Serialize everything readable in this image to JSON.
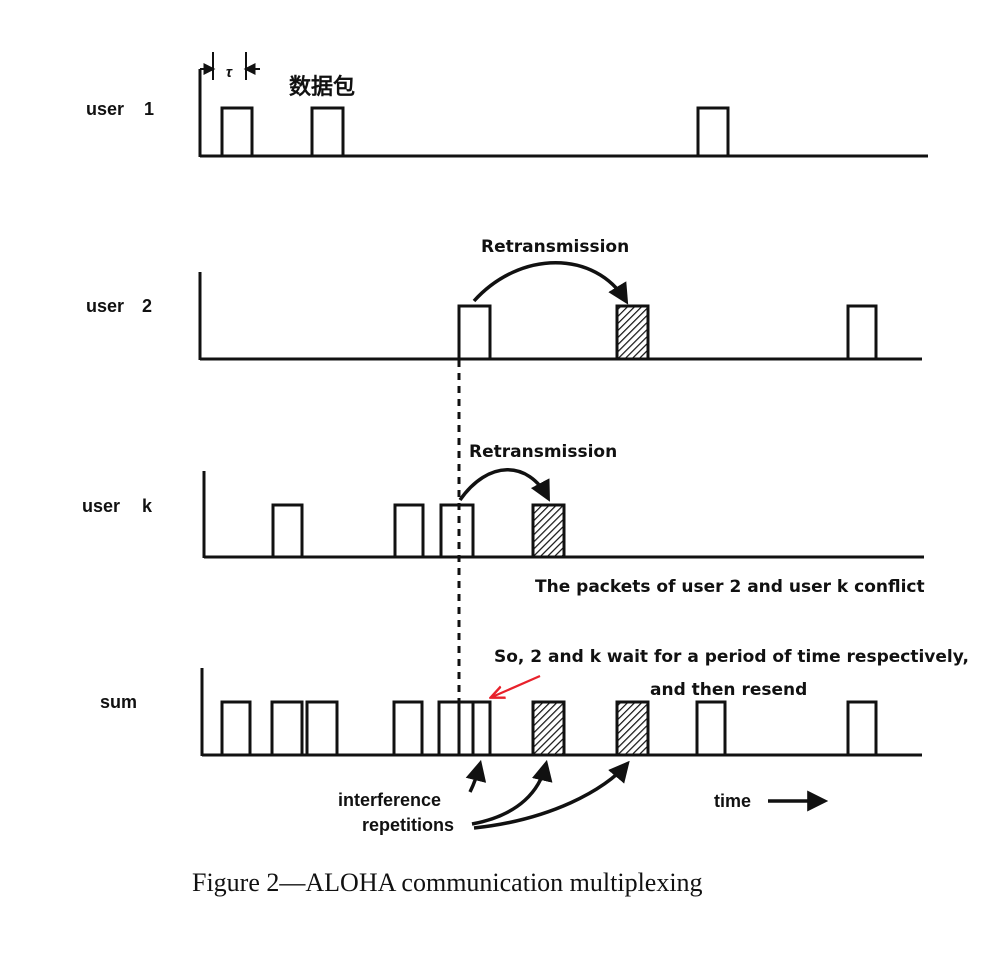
{
  "rows": [
    {
      "label": "user",
      "index": "1"
    },
    {
      "label": "user",
      "index": "2"
    },
    {
      "label": "user",
      "index": "k"
    },
    {
      "label": "sum",
      "index": ""
    }
  ],
  "tau_symbol": "τ",
  "packet_label": "数据包",
  "retransmission_label_1": "Retransmission",
  "retransmission_label_2": "Retransmission",
  "conflict_note": "The packets of user 2 and user k conflict",
  "wait_note_line1": "So, 2 and k wait for a period of time respectively,",
  "wait_note_line2": "and then resend",
  "interference_line1": "interference",
  "interference_line2": "repetitions",
  "time_label": "time",
  "caption": "Figure 2—ALOHA communication multiplexing",
  "colors": {
    "ink": "#111111",
    "highlight_arrow": "#e8212b",
    "hatch": "#111111"
  }
}
